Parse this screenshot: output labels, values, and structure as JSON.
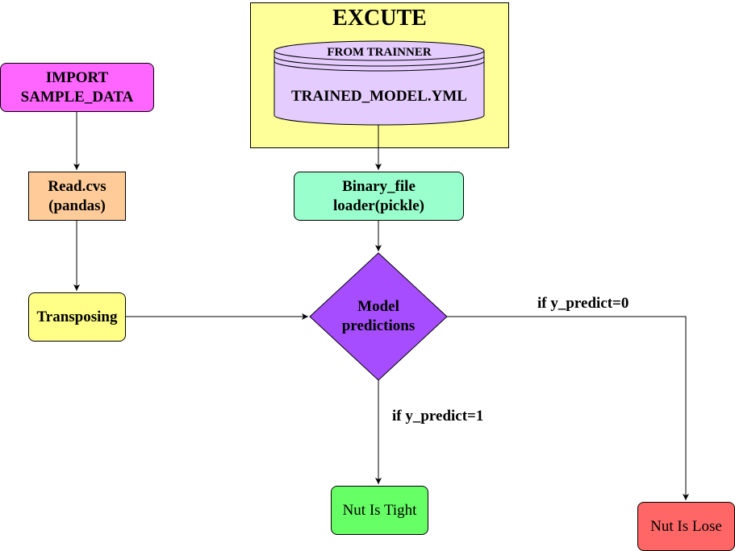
{
  "colors": {
    "import": "#FF66FF",
    "read_csv": "#FFCC99",
    "transpose": "#FFFF88",
    "execute_bg": "#FFFF99",
    "model_db": "#E5CCFF",
    "loader": "#99FFCC",
    "predict": "#A64DFF",
    "tight": "#66FF66",
    "lose": "#FF6666"
  },
  "nodes": {
    "import_data": "IMPORT\nSAMPLE_DATA",
    "read_csv": "Read.cvs\n(pandas)",
    "transposing": "Transposing",
    "execute_title": "EXCUTE",
    "model_db_top": "FROM TRAINNER",
    "model_db_main": "TRAINED_MODEL.YML",
    "binary_loader": "Binary_file\nloader(pickle)",
    "model_predictions": "Model\npredictions",
    "nut_tight": "Nut Is Tight",
    "nut_lose": "Nut Is Lose"
  },
  "edges": {
    "predict_zero": "if y_predict=0",
    "predict_one": "if y_predict=1"
  }
}
